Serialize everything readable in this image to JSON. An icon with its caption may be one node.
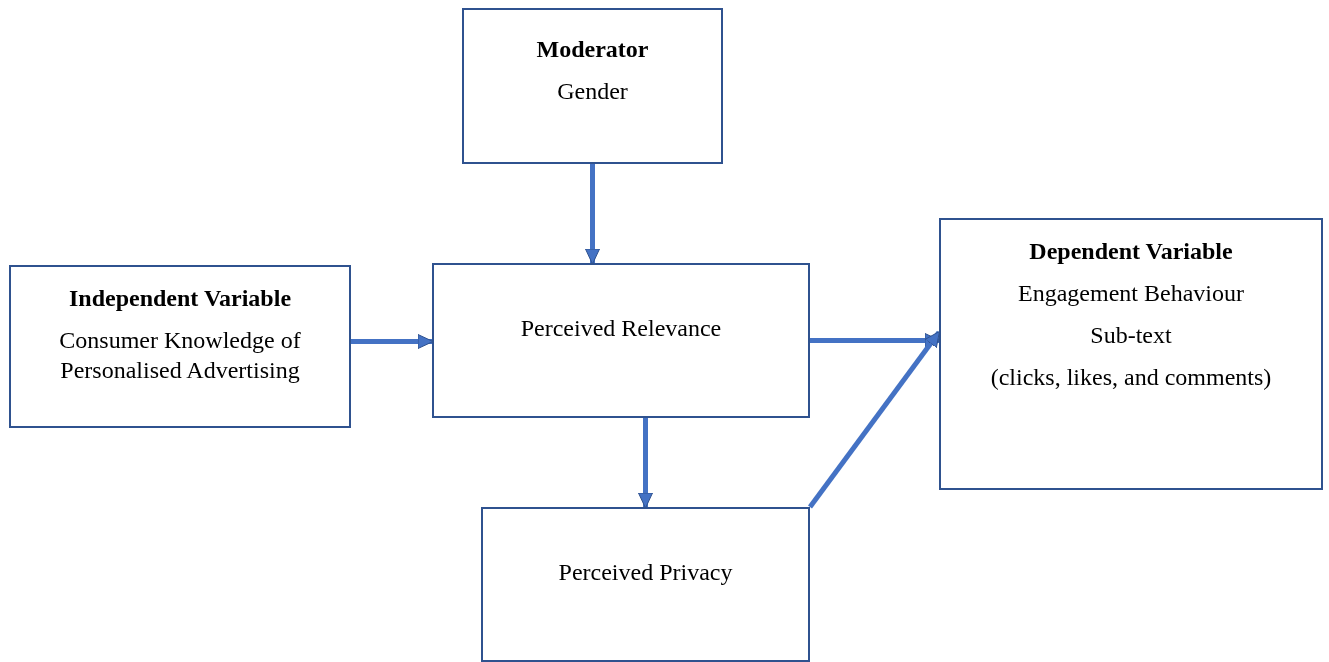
{
  "diagram": {
    "nodes": [
      {
        "text": [
          "Moderator",
          "Gender"
        ]
      },
      {
        "text": [
          "Independent Variable",
          "Consumer Knowledge of Personalised Advertising"
        ]
      },
      {
        "text": [
          "Perceived Relevance"
        ]
      },
      {
        "text": [
          "Dependent Variable",
          "Engagement Behaviour",
          "Sub-text",
          "(clicks, likes, and comments)"
        ]
      },
      {
        "text": [
          "Perceived Privacy"
        ]
      }
    ],
    "edges": [
      {
        "from": 0,
        "to": 2,
        "arrow": "to"
      },
      {
        "from": 1,
        "to": 2,
        "arrow": "to"
      },
      {
        "from": 2,
        "to": 3,
        "arrow": "to"
      },
      {
        "from": 2,
        "to": 4,
        "arrow": "to"
      },
      {
        "from": 4,
        "to": 3,
        "arrow": "to"
      }
    ]
  }
}
